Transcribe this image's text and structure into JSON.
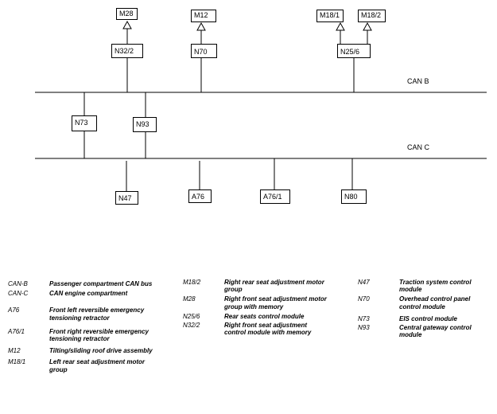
{
  "buses": {
    "can_b": "CAN B",
    "can_c": "CAN C"
  },
  "modules": {
    "m28": "M28",
    "m12": "M12",
    "m18_1": "M18/1",
    "m18_2": "M18/2",
    "n32_2": "N32/2",
    "n70": "N70",
    "n25_6": "N25/6",
    "n73": "N73",
    "n93": "N93",
    "n47": "N47",
    "a76": "A76",
    "a76_1": "A76/1",
    "n80": "N80"
  },
  "legend": {
    "col1": [
      {
        "code": "CAN-B",
        "desc": "Passenger compartment CAN bus"
      },
      {
        "code": "CAN-C",
        "desc": "CAN engine compartment"
      },
      {
        "code": "A76",
        "desc": "Front left reversible emergency tensioning retractor"
      },
      {
        "code": "A76/1",
        "desc": "Front right reversible emergency tensioning retractor"
      },
      {
        "code": "M12",
        "desc": "Tilting/sliding roof drive assembly"
      },
      {
        "code": "M18/1",
        "desc": "Left rear seat adjustment motor group"
      }
    ],
    "col2": [
      {
        "code": "M18/2",
        "desc": "Right rear seat adjustment motor group"
      },
      {
        "code": "M28",
        "desc": "Right front seat adjustment motor group with memory"
      },
      {
        "code": "N25/6",
        "desc": "Rear seats control module"
      },
      {
        "code": "N32/2",
        "desc": "Right front seat adjustment control module with memory"
      }
    ],
    "col3": [
      {
        "code": "N47",
        "desc": "Traction system control module"
      },
      {
        "code": "N70",
        "desc": "Overhead control panel control module"
      },
      {
        "code": "N73",
        "desc": "EIS control module"
      },
      {
        "code": "N93",
        "desc": "Central gateway control module"
      }
    ]
  }
}
